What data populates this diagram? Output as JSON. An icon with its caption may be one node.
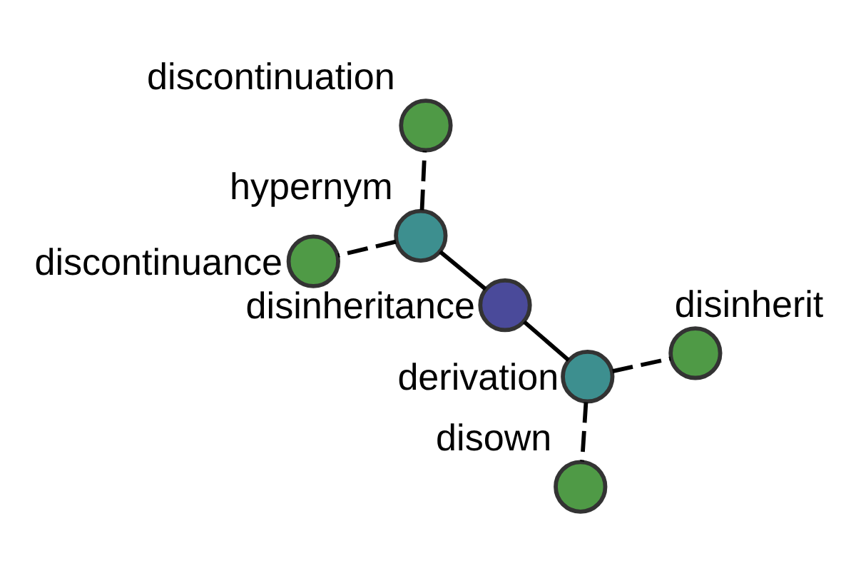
{
  "diagram": {
    "nodes": [
      {
        "text": [],
        "shape": "circle",
        "beside": [
          "disown"
        ]
      },
      {
        "text": [],
        "shape": "circle",
        "beside": [
          "derivation"
        ]
      },
      {
        "text": [],
        "shape": "circle",
        "beside": [
          "disinherit"
        ]
      },
      {
        "text": [],
        "shape": "circle",
        "beside": [
          "disinheritance"
        ]
      },
      {
        "text": [],
        "shape": "circle",
        "beside": [
          "hypernym"
        ]
      },
      {
        "text": [],
        "shape": "circle",
        "beside": [
          "discontinuation"
        ]
      },
      {
        "text": [],
        "shape": "circle",
        "beside": [
          "discontinuance"
        ]
      }
    ],
    "edges": [
      {
        "from": 3,
        "to": 1,
        "arrow": "none"
      },
      {
        "from": 3,
        "to": 4,
        "arrow": "none"
      },
      {
        "from": 1,
        "to": 0,
        "arrow": "none",
        "style": "dashed"
      },
      {
        "from": 1,
        "to": 2,
        "arrow": "none",
        "style": "dashed"
      },
      {
        "from": 4,
        "to": 5,
        "arrow": "none",
        "style": "dashed"
      },
      {
        "from": 4,
        "to": 6,
        "arrow": "none",
        "style": "dashed"
      }
    ]
  }
}
